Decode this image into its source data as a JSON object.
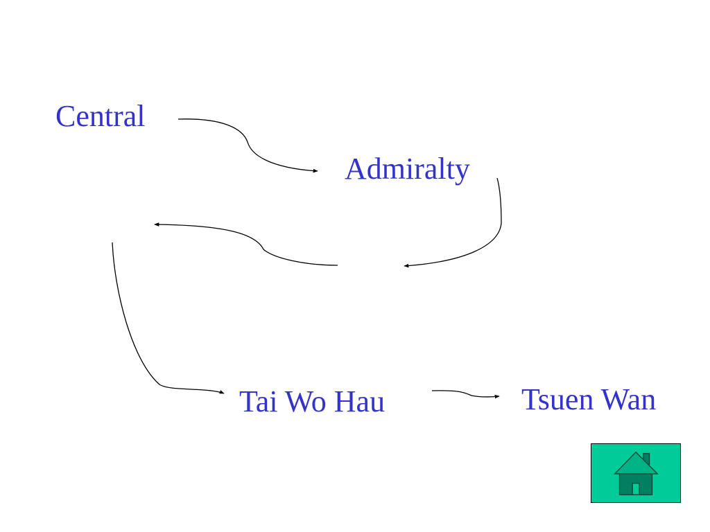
{
  "colors": {
    "station_text": "#3333cc",
    "home_button_bg": "#00cc99",
    "home_icon_fill": "#008060",
    "home_icon_stroke": "#004d3a",
    "home_icon_roof_highlight": "#00b386",
    "arrow": "#000000"
  },
  "stations": {
    "central": "Central",
    "admiralty": "Admiralty",
    "tai_wo_hau": "Tai Wo Hau",
    "tsuen_wan": "Tsuen Wan"
  },
  "icons": {
    "home": "home-icon"
  }
}
